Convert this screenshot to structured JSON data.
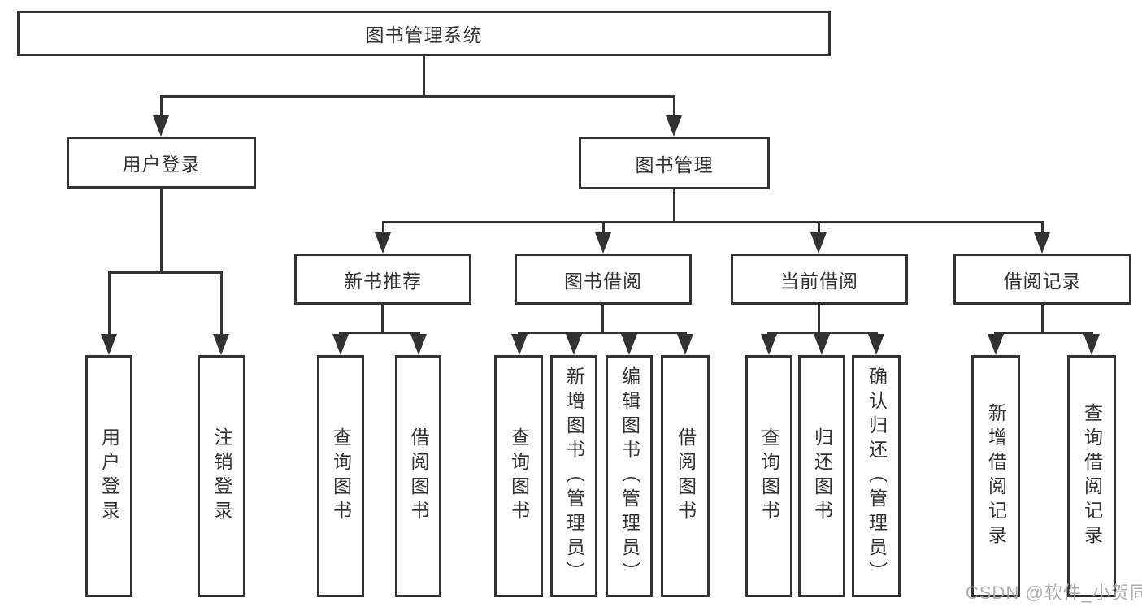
{
  "diagram": {
    "root": {
      "label": "图书管理系统"
    },
    "level2": [
      {
        "id": "user-login",
        "label": "用户登录"
      },
      {
        "id": "book-management",
        "label": "图书管理"
      }
    ],
    "level3": [
      {
        "id": "new-book-recommend",
        "label": "新书推荐",
        "parent": "book-management"
      },
      {
        "id": "book-borrowing",
        "label": "图书借阅",
        "parent": "book-management"
      },
      {
        "id": "current-borrowing",
        "label": "当前借阅",
        "parent": "book-management"
      },
      {
        "id": "borrowing-records",
        "label": "借阅记录",
        "parent": "book-management"
      }
    ],
    "level4": [
      {
        "label": "用户登录",
        "parent": "user-login"
      },
      {
        "label": "注销登录",
        "parent": "user-login"
      },
      {
        "label": "查询图书",
        "parent": "new-book-recommend"
      },
      {
        "label": "借阅图书",
        "parent": "new-book-recommend"
      },
      {
        "label": "查询图书",
        "parent": "book-borrowing"
      },
      {
        "label": "新增图书（管理员）",
        "parent": "book-borrowing"
      },
      {
        "label": "编辑图书（管理员）",
        "parent": "book-borrowing"
      },
      {
        "label": "借阅图书",
        "parent": "book-borrowing"
      },
      {
        "label": "查询图书",
        "parent": "current-borrowing"
      },
      {
        "label": "归还图书",
        "parent": "current-borrowing"
      },
      {
        "label": "确认归还（管理员）",
        "parent": "current-borrowing"
      },
      {
        "label": "新增借阅记录",
        "parent": "borrowing-records"
      },
      {
        "label": "查询借阅记录",
        "parent": "borrowing-records"
      }
    ],
    "watermark": "CSDN @软件_小贺同学",
    "colors": {
      "line": "#323232",
      "text": "#333333",
      "background": "#ffffff",
      "watermark": "#a4a4a4"
    }
  }
}
